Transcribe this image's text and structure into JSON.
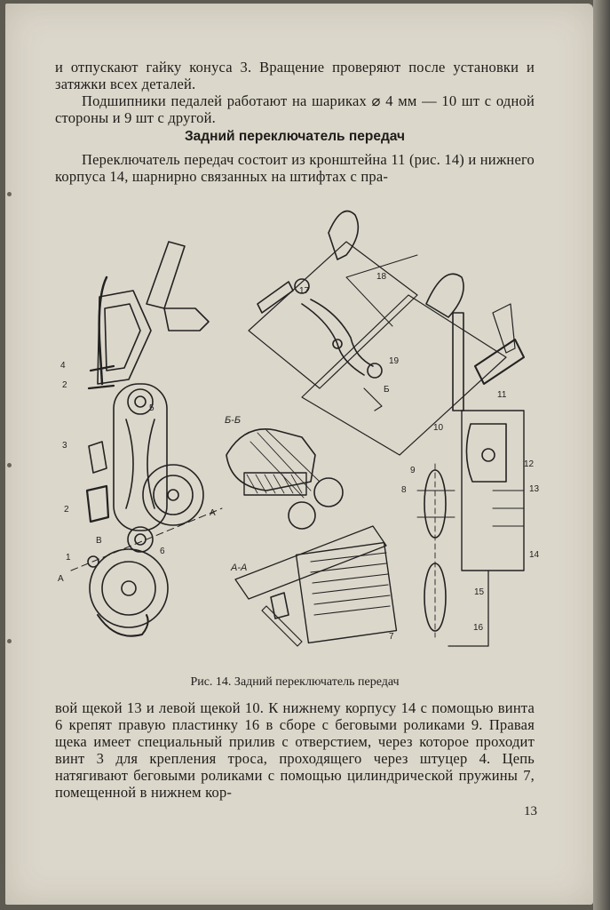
{
  "page": {
    "intro_paragraph_1": "и отпускают гайку конуса 3. Вращение проверяют после установки и затяжки всех деталей.",
    "intro_paragraph_2": "Подшипники педалей работают на шариках ⌀ 4 мм — 10 шт с одной стороны и 9 шт с другой.",
    "section_heading": "Задний переключатель передач",
    "section_paragraph_1": "Переключатель передач состоит из кронштейна 11 (рис. 14) и нижнего корпуса 14, шарнирно связанных на штифтах с пра-",
    "figure_caption": "Рис. 14. Задний переключатель передач",
    "section_paragraph_2": "вой щекой 13 и левой щекой 10. К нижнему корпусу 14 с помощью винта 6 крепят правую пластинку 16 в сборе с беговыми роликами 9. Правая щека имеет специальный прилив с отверстием, через которое проходит винт 3 для крепления троса, проходящего через штуцер 4. Цепь натягивают беговыми роликами с помощью цилиндрической пружины 7, помещенной в нижнем кор-",
    "page_number": "13"
  },
  "figure": {
    "labels": {
      "n1": "1",
      "n2a": "2",
      "n2b": "2",
      "n3": "3",
      "n4": "4",
      "n5": "5",
      "n6": "6",
      "n7": "7",
      "n8": "8",
      "n9": "9",
      "n10": "10",
      "n11": "11",
      "n12": "12",
      "n13": "13",
      "n14": "14",
      "n15": "15",
      "n16": "16",
      "n17": "17",
      "n18": "18",
      "n19": "19",
      "aA1": "А",
      "aA2": "А",
      "bB": "Б",
      "vV": "В",
      "section_bb": "Б-Б",
      "section_aa": "А-А"
    }
  }
}
